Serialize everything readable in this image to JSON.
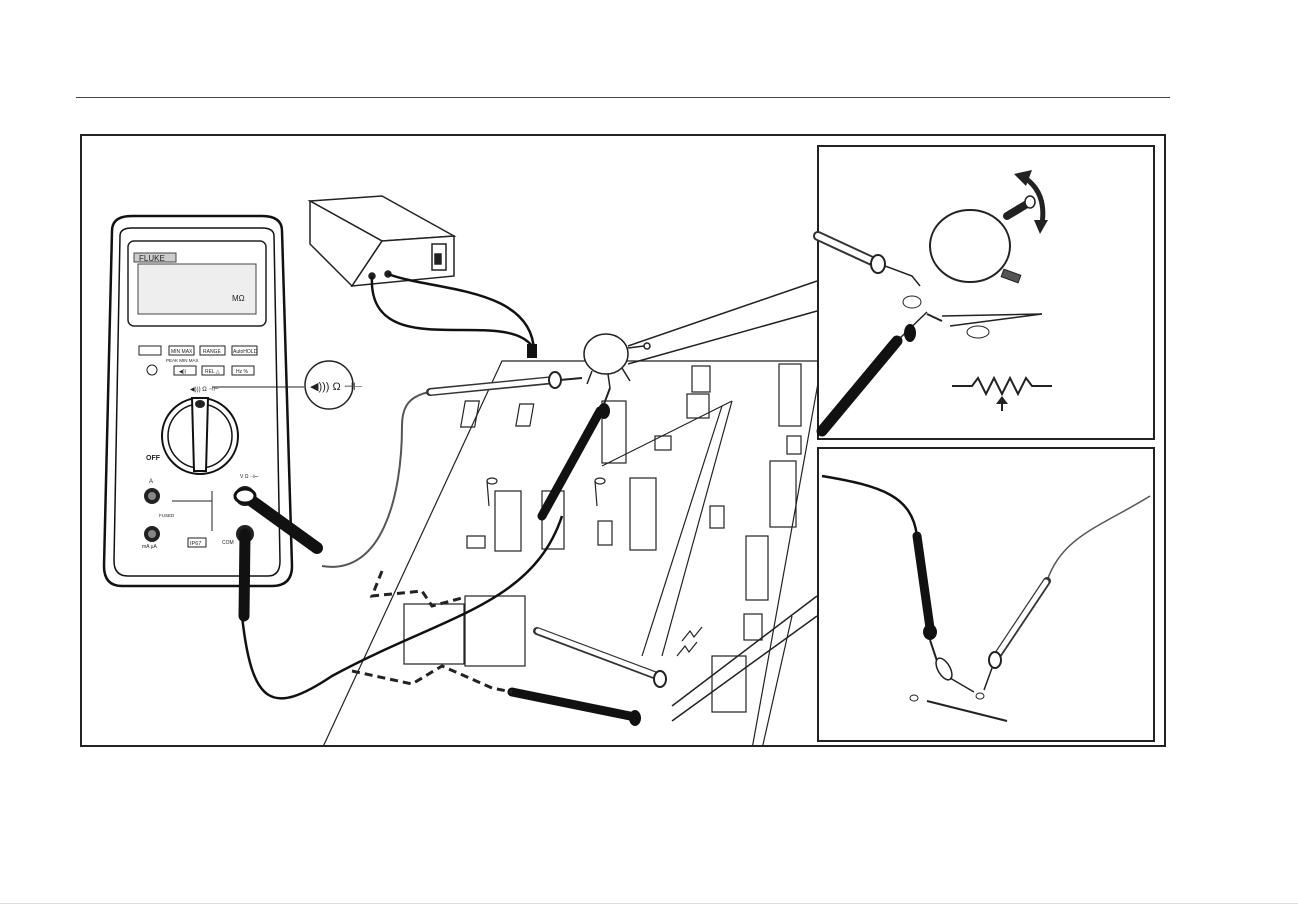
{
  "meter": {
    "brand": "FLUKE",
    "display_unit": "MΩ",
    "buttons": [
      "MIN MAX",
      "RANGE",
      "AutoHOLD",
      "◀))",
      "REL △",
      "Hz %"
    ],
    "peak_label": "PEAK MIN MAX",
    "dial_symbols": "◀))) Ω ⊣⊢",
    "off_label": "OFF",
    "jack_a": "A",
    "jack_ma": "mA\nμA",
    "jack_com": "COM",
    "jack_v": "V\nΩ ⊣⊢",
    "fused_label": "FUSED",
    "ip_label": "IP67"
  },
  "callout": {
    "symbols": "◀))) Ω ⊣⊢"
  }
}
